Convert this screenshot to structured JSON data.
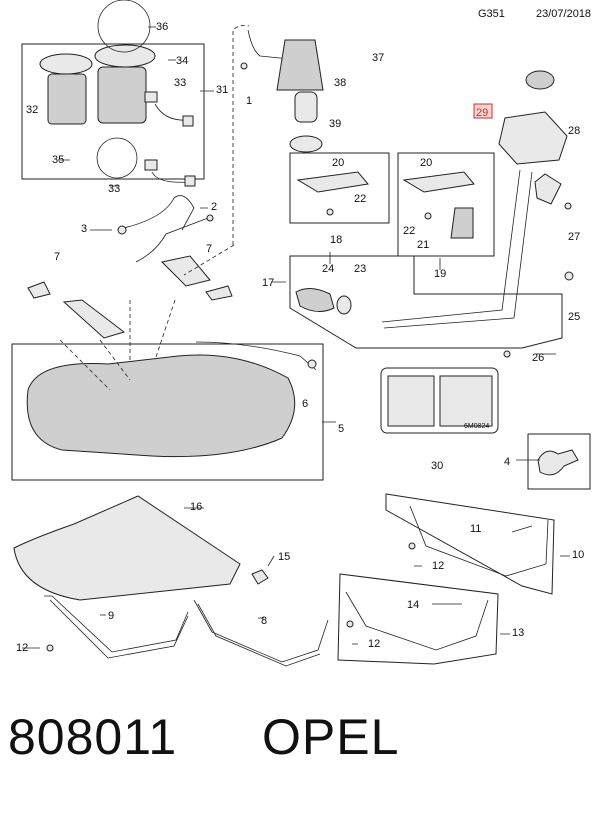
{
  "header": {
    "code": "G351",
    "date": "23/07/2018"
  },
  "footer": {
    "part_number": "808011",
    "brand": "OPEL"
  },
  "callouts": {
    "c1": "1",
    "c2": "2",
    "c3": "3",
    "c4": "4",
    "c5": "5",
    "c6": "6",
    "c7a": "7",
    "c7b": "7",
    "c8": "8",
    "c9": "9",
    "c10": "10",
    "c11": "11",
    "c12a": "12",
    "c12b": "12",
    "c12c": "12",
    "c13": "13",
    "c14": "14",
    "c15": "15",
    "c16": "16",
    "c17": "17",
    "c18": "18",
    "c19": "19",
    "c20a": "20",
    "c20b": "20",
    "c21": "21",
    "c22a": "22",
    "c22b": "22",
    "c23": "23",
    "c24": "24",
    "c25": "25",
    "c26": "26",
    "c27": "27",
    "c28": "28",
    "c29": "29",
    "c30": "30",
    "c31": "31",
    "c32": "32",
    "c33a": "33",
    "c33b": "33",
    "c34": "34",
    "c35": "35",
    "c36": "36",
    "c37": "37",
    "c38": "38",
    "c39": "39"
  },
  "inset_code": "6M0824",
  "colors": {
    "highlight": "#c0392b",
    "highlight_fill": "#f6d2d2",
    "line": "#222222"
  }
}
